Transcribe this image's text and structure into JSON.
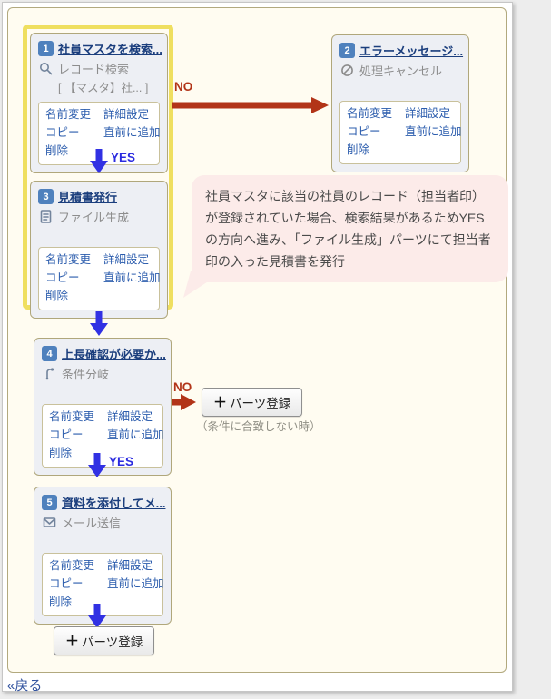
{
  "menu": {
    "rename": "名前変更",
    "detail": "詳細設定",
    "copy": "コピー",
    "insert_before": "直前に追加",
    "delete": "削除"
  },
  "parts": [
    {
      "num": "1",
      "title": "社員マスタを検索...",
      "type": "レコード検索",
      "extra": "[ 【マスタ】社... ]",
      "icon": "search-icon"
    },
    {
      "num": "2",
      "title": "エラーメッセージ...",
      "type": "処理キャンセル",
      "icon": "cancel-icon"
    },
    {
      "num": "3",
      "title": "見積書発行",
      "type": "ファイル生成",
      "icon": "file-icon"
    },
    {
      "num": "4",
      "title": "上長確認が必要か...",
      "type": "条件分岐",
      "icon": "branch-icon"
    },
    {
      "num": "5",
      "title": "資料を添付してメ...",
      "type": "メール送信",
      "icon": "mail-icon"
    }
  ],
  "labels": {
    "yes": "YES",
    "no": "NO"
  },
  "buttons": {
    "plus": "＋",
    "add_part": "パーツ登録"
  },
  "captions": {
    "no_match": "（条件に合致しない時）"
  },
  "bubble": {
    "text": "社員マスタに該当の社員のレコード（担当者印）が登録されていた場合、検索結果があるためYESの方向へ進み、「ファイル生成」パーツにて担当者印の入った見積書を発行"
  },
  "footer": {
    "back": "«戻る"
  },
  "colors": {
    "highlight_yellow": "#efdf60",
    "yes_arrow_blue": "#3131e3",
    "no_arrow_red": "#b23418",
    "badge_blue": "#4f81bd",
    "bubble_pink": "#fcebe9",
    "canvas_cream": "#fffcf1"
  }
}
